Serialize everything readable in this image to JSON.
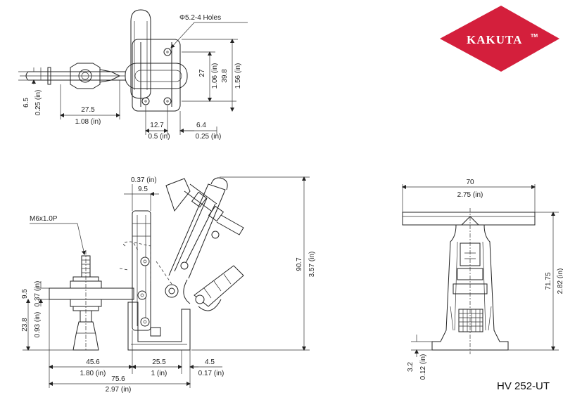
{
  "brand": {
    "name": "KAKUTA",
    "mark": "TM",
    "color": "#d41f3c"
  },
  "model": "HV 252-UT",
  "top_view": {
    "holes": "Φ5.2-4 Holes",
    "dim_27": "27",
    "dim_106": "1.06 (in)",
    "dim_398": "39.8",
    "dim_156": "1.56 (in)",
    "dim_65": "6.5",
    "dim_025a": "0.25 (in)",
    "dim_275": "27.5",
    "dim_108": "1.08 (in)",
    "dim_127": "12.7",
    "dim_05": "0.5 (in)",
    "dim_64": "6.4",
    "dim_025b": "0.25 (in)"
  },
  "side_view": {
    "dim_037a": "0.37 (in)",
    "dim_95a": "9.5",
    "thread": "M6x1.0P",
    "dim_95b": "9.5",
    "dim_037b": "0.37 (in)",
    "dim_238": "23.8",
    "dim_093": "0.93 (in)",
    "dim_907": "90.7",
    "dim_357": "3.57 (in)",
    "dim_456": "45.6",
    "dim_180": "1.80 (in)",
    "dim_255": "25.5",
    "dim_1": "1 (in)",
    "dim_45": "4.5",
    "dim_017": "0.17 (in)",
    "dim_756": "75.6",
    "dim_297": "2.97 (in)"
  },
  "front_view": {
    "dim_70": "70",
    "dim_275": "2.75 (in)",
    "dim_7175": "71.75",
    "dim_282": "2.82 (in)",
    "dim_32": "3.2",
    "dim_012": "0.12 (in)"
  }
}
